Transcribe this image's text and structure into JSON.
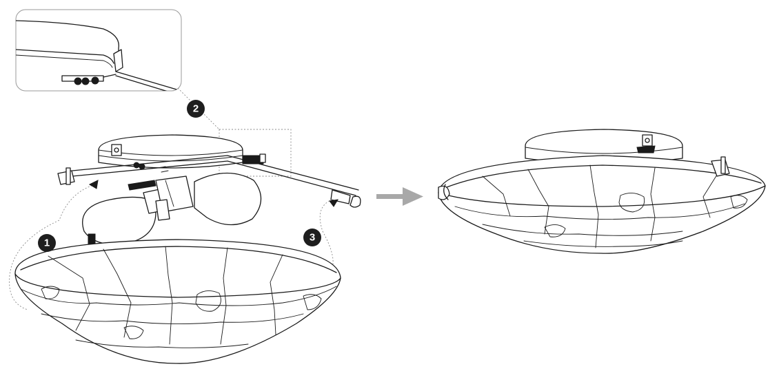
{
  "steps": [
    {
      "label": "1"
    },
    {
      "label": "2"
    },
    {
      "label": "3"
    }
  ],
  "icons": {
    "step_marker": "numbered-circle",
    "transition": "right-arrow-icon"
  },
  "colors": {
    "line": "#1a1a1a",
    "badge": "#1e1e1e",
    "arrow": "#a8a8a8",
    "callout_dots": "#8a8a8a"
  }
}
